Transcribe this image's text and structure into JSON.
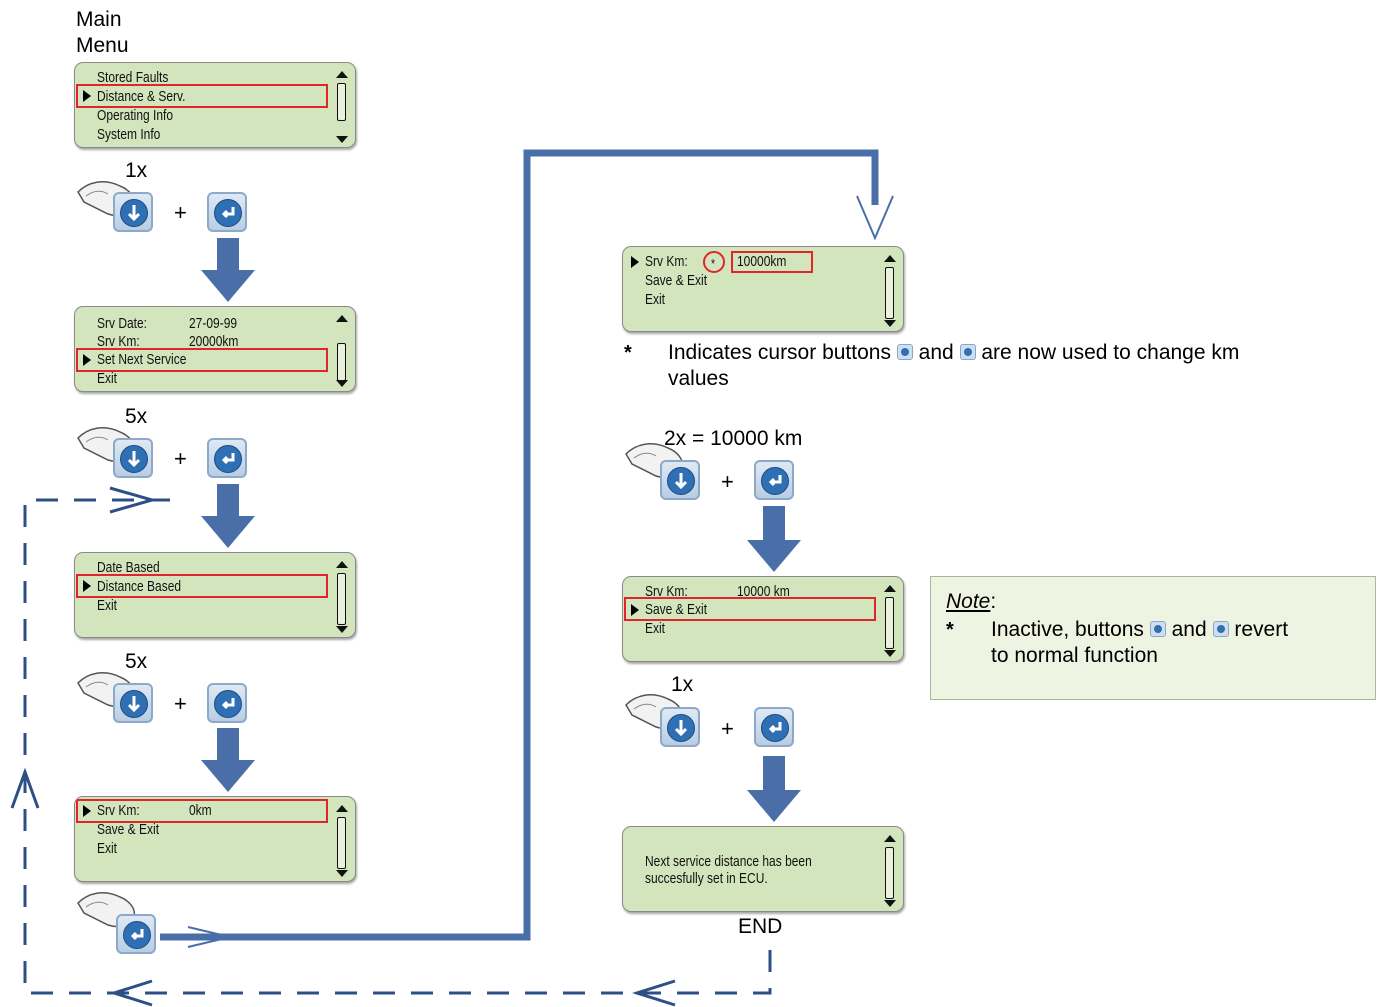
{
  "main_menu_label": "Main\nMenu",
  "screens": {
    "main": [
      "Stored Faults",
      "Distance & Serv.",
      "Operating Info",
      "System Info"
    ],
    "service": {
      "srv_date_label": "Srv Date:",
      "srv_date_value": "27-09-99",
      "srv_km_label": "Srv Km:",
      "srv_km_value": "20000km",
      "line3": "Set Next Service",
      "line4": "Exit"
    },
    "based": [
      "Date Based",
      "Distance Based",
      "Exit"
    ],
    "srvkm0": {
      "label": "Srv Km:",
      "value": "0km",
      "line2": "Save & Exit",
      "line3": "Exit"
    },
    "edit": {
      "label": "Srv Km:",
      "star": "*",
      "value": "10000km",
      "line2": "Save & Exit",
      "line3": "Exit"
    },
    "save": {
      "label": "Srv Km:",
      "value": "10000 km",
      "line2": "Save & Exit",
      "line3": "Exit"
    },
    "done": {
      "line1": "Next service distance has been",
      "line2": "succesfully set in ECU."
    }
  },
  "presses": {
    "p1": "1x",
    "p2": "5x",
    "p3": "5x",
    "p4": "2x = 10000 km",
    "p5": "1x",
    "plus": "+"
  },
  "indicates": {
    "star": "*",
    "line1_a": "Indicates cursor buttons",
    "line1_b": "and",
    "line1_c": "are now used to change km",
    "line2": "values"
  },
  "note": {
    "title": "Note",
    "colon": ":",
    "star": "*",
    "line1_a": "Inactive, buttons",
    "line1_b": "and",
    "line1_c": "revert",
    "line2": "to normal function"
  },
  "end_label": "END",
  "colors": {
    "arrow": "#4a6fa8",
    "highlight": "#e0262b",
    "lcd": "#d3e5bd",
    "dashed": "#2d4f86",
    "button": "#2f6fb3"
  }
}
